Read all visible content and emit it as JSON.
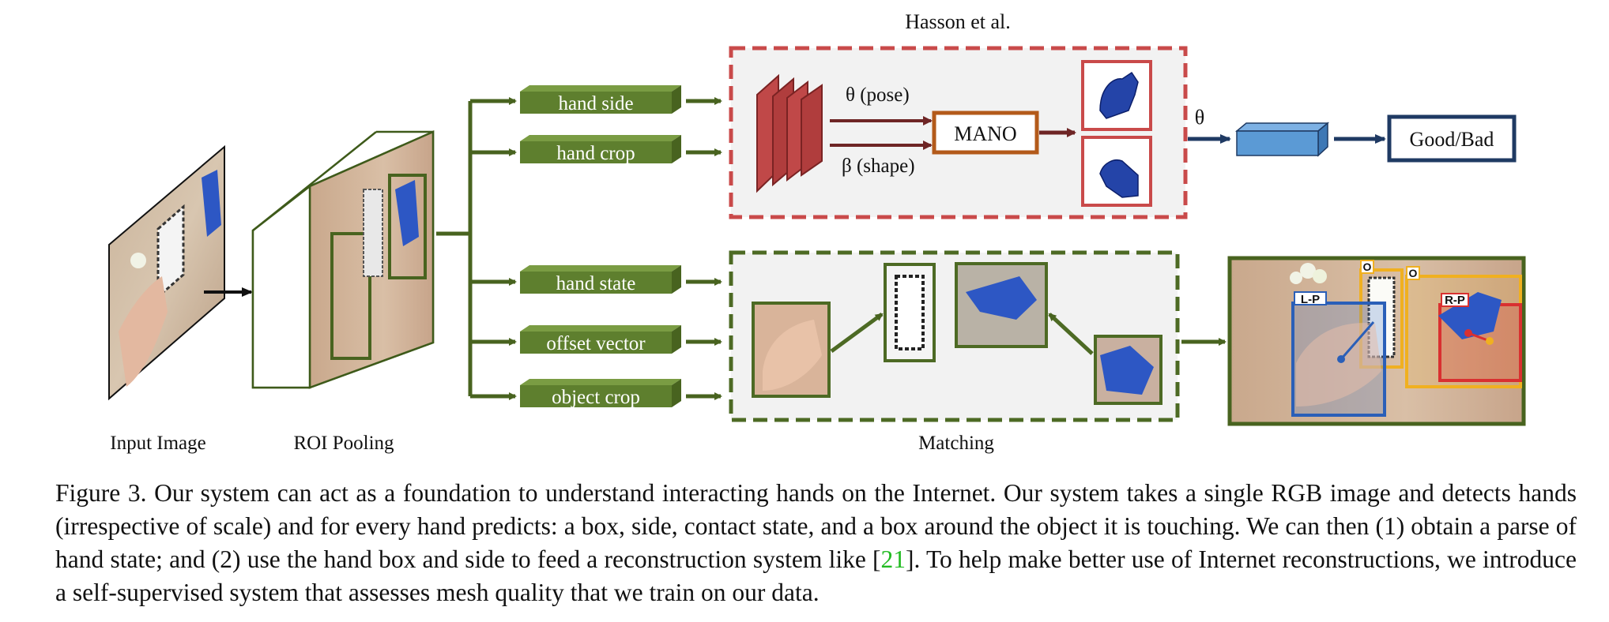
{
  "figure": {
    "top_title": "Hasson et al.",
    "labels": {
      "input_image": "Input Image",
      "roi_pooling": "ROI Pooling",
      "matching": "Matching"
    },
    "feature_boxes": [
      "hand side",
      "hand crop",
      "hand state",
      "offset vector",
      "object crop"
    ],
    "theta_pose": "θ (pose)",
    "beta_shape": "β (shape)",
    "mano": "MANO",
    "theta": "θ",
    "good_bad": "Good/Bad",
    "detection_tags": {
      "left_hand": "L-P",
      "right_hand": "R-P",
      "object_1": "O",
      "object_2": "O"
    },
    "colors": {
      "green_box": "#5e7f2e",
      "green_dark": "#48631f",
      "red_dashed": "#c94a4a",
      "mano_border": "#b35a1a",
      "blue_block": "#5b9ad5",
      "navy": "#1f3a63"
    }
  },
  "caption": {
    "part1": "Figure 3. Our system can act as a foundation to understand interacting hands on the Internet. Our system takes a single RGB image and detects hands (irrespective of scale) and for every hand predicts: a box, side, contact state, and a box around the object it is touching. We can then (1) obtain a parse of hand state; and (2) use the hand box and side to feed a reconstruction system like [",
    "citation": "21",
    "part2": "]. To help make better use of Internet reconstructions, we introduce a self-supervised system that assesses mesh quality that we train on our data."
  }
}
